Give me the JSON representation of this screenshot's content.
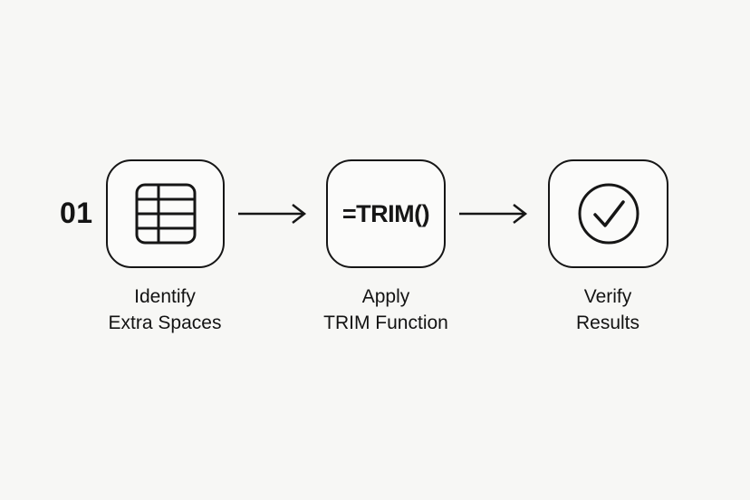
{
  "background_color": "#f7f7f5",
  "stroke_color": "#161616",
  "step_number": "01",
  "steps": [
    {
      "icon": "table-grid-icon",
      "caption": [
        "Identify",
        "Extra Spaces"
      ]
    },
    {
      "icon": "formula-text",
      "formula": "=TRIM()",
      "caption": [
        "Apply",
        "TRIM Function"
      ]
    },
    {
      "icon": "check-circle-icon",
      "caption": [
        "Verify",
        "Results"
      ]
    }
  ],
  "connector": {
    "icon": "right-arrow-icon"
  }
}
